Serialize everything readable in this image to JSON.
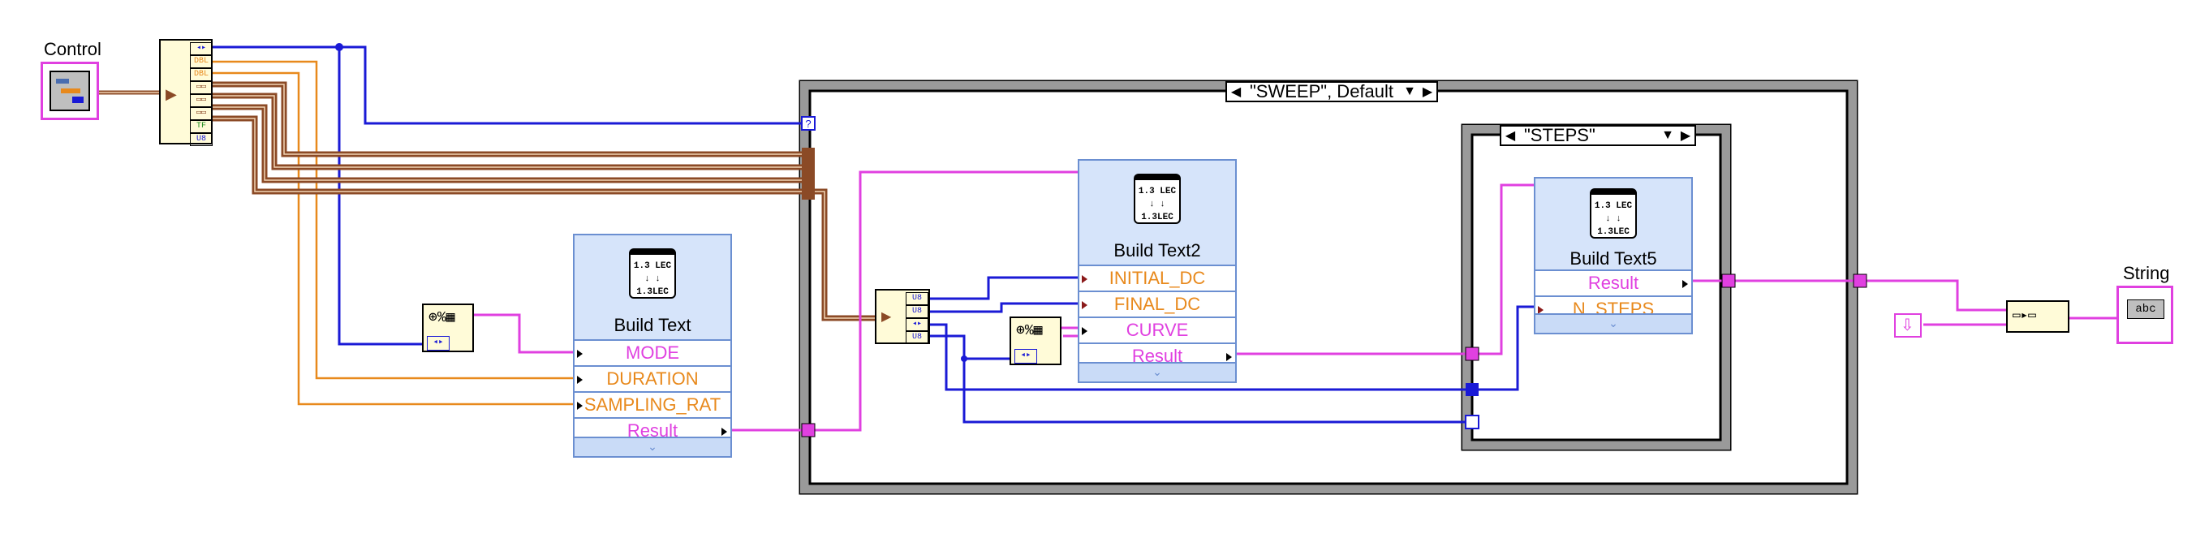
{
  "control": {
    "label": "Control"
  },
  "indicator": {
    "label": "String",
    "glyph": "abc"
  },
  "outer_case": {
    "selector": "\"SWEEP\", Default"
  },
  "inner_case": {
    "selector": "\"STEPS\""
  },
  "build_text": {
    "title": "Build Text",
    "inputs": [
      "MODE",
      "DURATION",
      "SAMPLING_RAT"
    ],
    "output": "Result"
  },
  "build_text2": {
    "title": "Build Text2",
    "inputs": [
      "INITIAL_DC",
      "FINAL_DC",
      "CURVE"
    ],
    "output": "Result"
  },
  "build_text5": {
    "title": "Build Text5",
    "output": "Result",
    "inputs": [
      "N_STEPS"
    ]
  },
  "unbundle_main": {
    "cells": [
      "◂▸",
      "DBL",
      "DBL",
      "▭▭",
      "▭▭",
      "▭▭",
      "TF",
      "U8"
    ]
  },
  "unbundle_sweep": {
    "cells": [
      "U8",
      "U8",
      "◂▸",
      "U8"
    ]
  },
  "icon_glyph": {
    "l1": "1.3 LEC",
    "l2": "↓   ↓",
    "l3": "1.3LEC"
  },
  "selector_tunnel": "?",
  "colors": {
    "enum_wire": "#1a1ad6",
    "string_wire": "#e040e0",
    "dbl_wire": "#e8891c",
    "cluster_wire": "#8b4a26",
    "node_fill": "#d6e4fa",
    "node_border": "#6b8fd1",
    "case_frame": "#9a9a9a"
  }
}
